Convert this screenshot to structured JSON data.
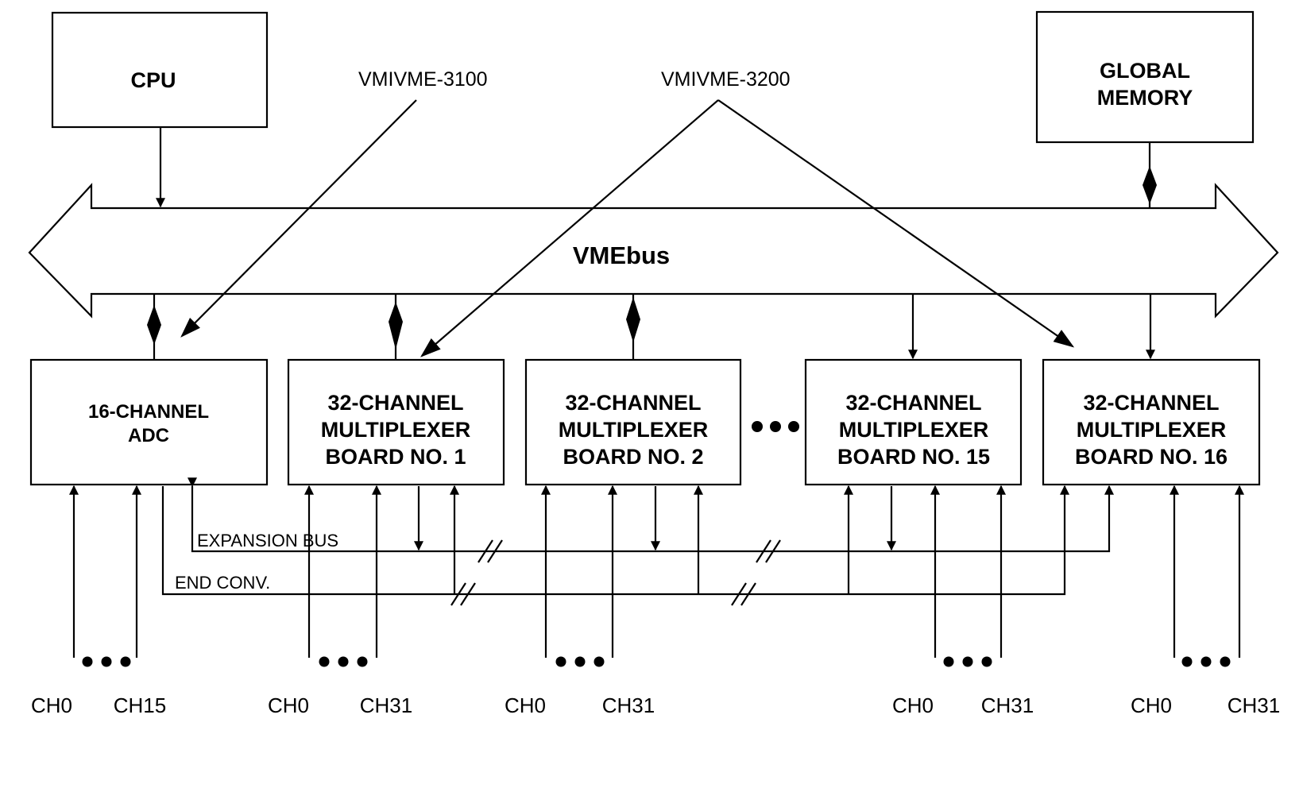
{
  "colors": {
    "stroke": "#000000",
    "background": "#ffffff"
  },
  "boxes": {
    "cpu": [
      "CPU"
    ],
    "global_memory": [
      "GLOBAL",
      "MEMORY"
    ],
    "adc": [
      "16-CHANNEL",
      "ADC"
    ],
    "mux1": [
      "32-CHANNEL",
      "MULTIPLEXER",
      "BOARD NO. 1"
    ],
    "mux2": [
      "32-CHANNEL",
      "MULTIPLEXER",
      "BOARD NO. 2"
    ],
    "mux15": [
      "32-CHANNEL",
      "MULTIPLEXER",
      "BOARD NO. 15"
    ],
    "mux16": [
      "32-CHANNEL",
      "MULTIPLEXER",
      "BOARD NO. 16"
    ]
  },
  "callouts": {
    "vmivme3100": "VMIVME-3100",
    "vmivme3200": "VMIVME-3200"
  },
  "bus": {
    "label": "VMEbus"
  },
  "lines": {
    "expansion_bus": "EXPANSION BUS",
    "end_conv": "END CONV."
  },
  "channels": {
    "adc": [
      "CH0",
      "CH15"
    ],
    "mux1": [
      "CH0",
      "CH31"
    ],
    "mux2": [
      "CH0",
      "CH31"
    ],
    "mux15": [
      "CH0",
      "CH31"
    ],
    "mux16": [
      "CH0",
      "CH31"
    ]
  }
}
